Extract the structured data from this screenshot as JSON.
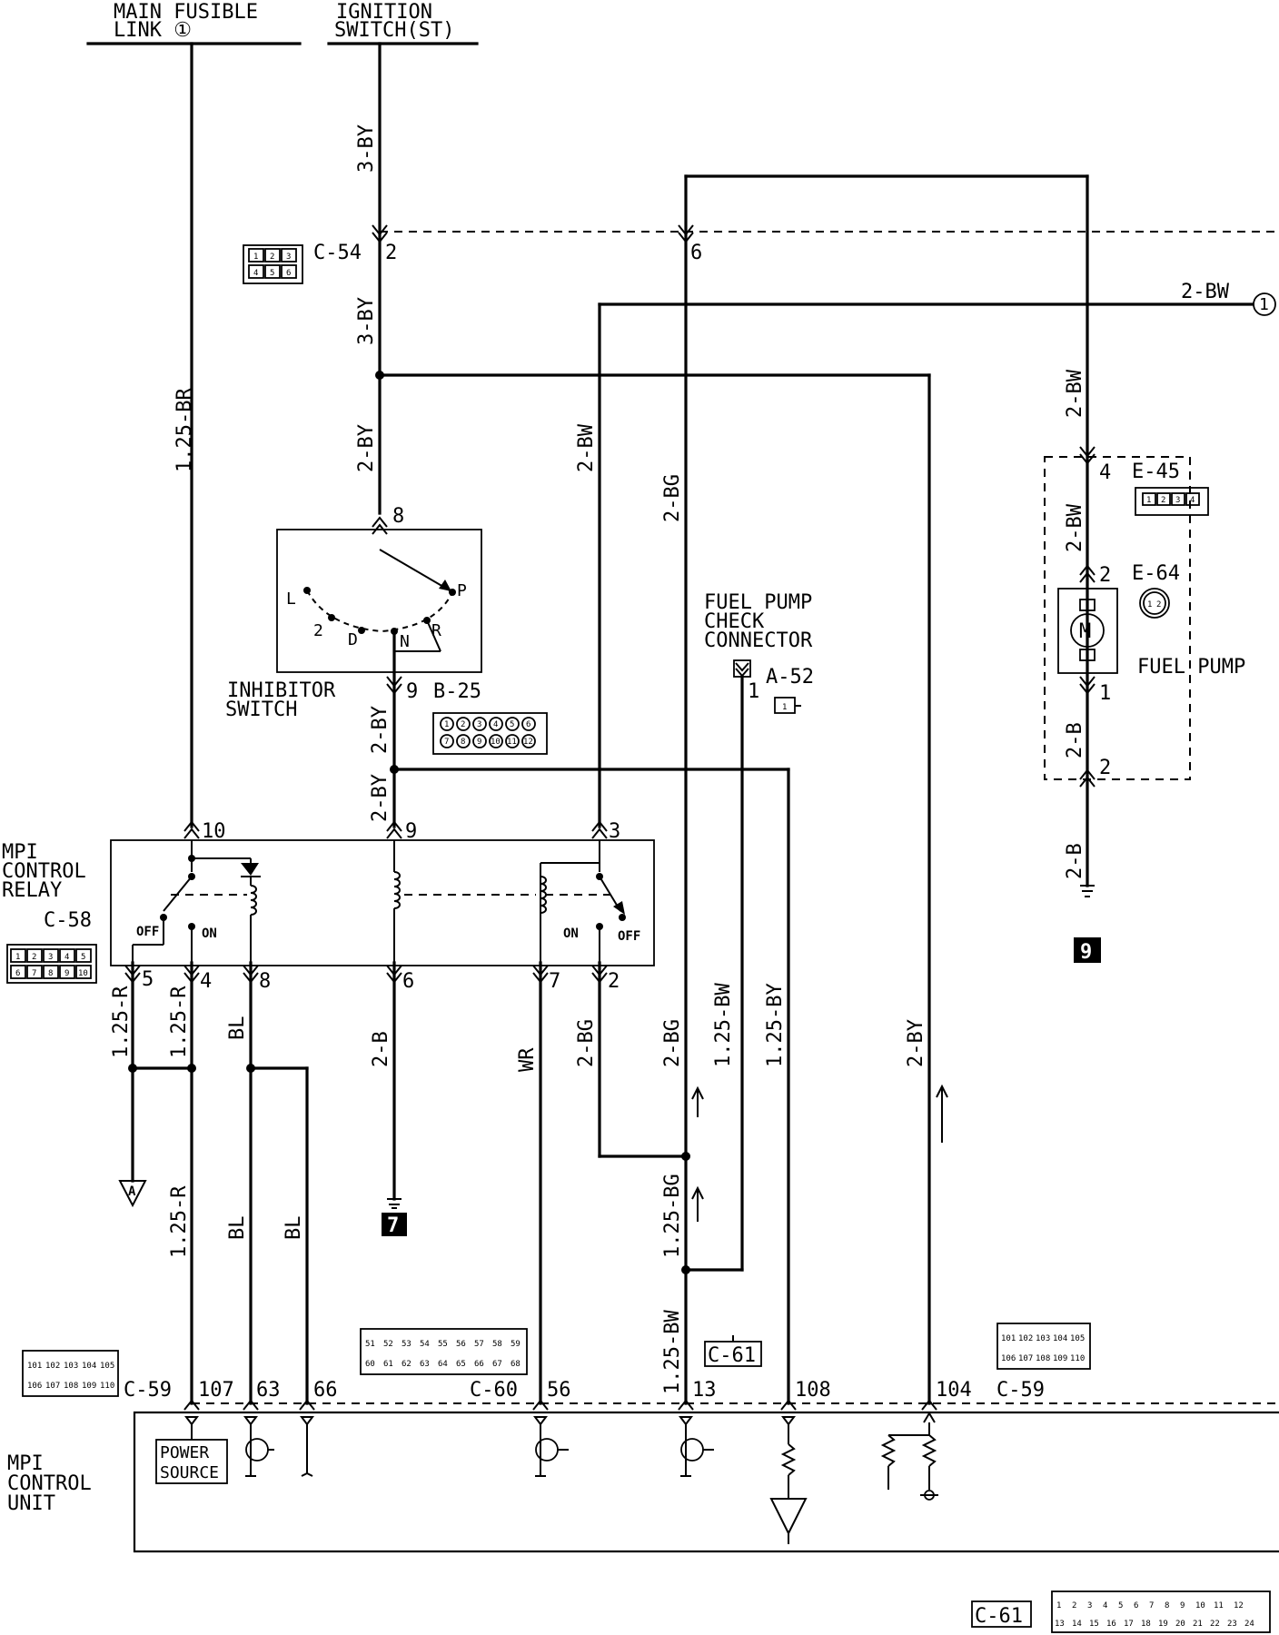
{
  "sources": {
    "main_fusible_link": [
      "MAIN FUSIBLE",
      "LINK ①"
    ],
    "ignition_switch": [
      "IGNITION",
      "SWITCH(ST)"
    ]
  },
  "wires": {
    "w_125br": "1.25-BR",
    "w_3by_a": "3-BY",
    "w_3by_b": "3-BY",
    "w_2by_a": "2-BY",
    "w_2by_b": "2-BY",
    "w_2by_c": "2-BY",
    "w_2bw_a": "2-BW",
    "w_2bg_a": "2-BG",
    "w_2bw_top": "2-BW",
    "w_2bw_right": "2-BW",
    "w_2bw_e45": "2-BW",
    "w_2b_pump": "2-B",
    "w_2b_ground": "2-B",
    "w_125r_a": "1.25-R",
    "w_125r_b": "1.25-R",
    "w_125r_c": "1.25-R",
    "w_bl_a": "BL",
    "w_bl_b": "BL",
    "w_bl_c": "BL",
    "w_2b_relay": "2-B",
    "w_wr": "WR",
    "w_2bg_b": "2-BG",
    "w_2bg_c": "2-BG",
    "w_125bw_a": "1.25-BW",
    "w_125by": "1.25-BY",
    "w_2by_d": "2-BY",
    "w_125bg": "1.25-BG",
    "w_125bw_b": "1.25-BW"
  },
  "connectors": {
    "c54": "C-54",
    "c54_pin": "2",
    "c54_pin6": "6",
    "c54_pins": [
      "1",
      "2",
      "3",
      "4",
      "5",
      "6"
    ],
    "b25": "B-25",
    "b25_pins": [
      "1",
      "2",
      "3",
      "4",
      "5",
      "6",
      "7",
      "8",
      "9",
      "10",
      "11",
      "12"
    ],
    "c58": "C-58",
    "c58_pins": [
      "1",
      "2",
      "3",
      "4",
      "5",
      "6",
      "7",
      "8",
      "9",
      "10"
    ],
    "e45": "E-45",
    "e45_pins": [
      "1",
      "2",
      "3",
      "4"
    ],
    "e64": "E-64",
    "e64_pins": [
      "1",
      "2"
    ],
    "a52": "A-52",
    "a52_pin": "1",
    "c59_left": "C-59",
    "c59_right": "C-59",
    "c60": "C-60",
    "c61_mid": "C-61",
    "c61_bottom": "C-61",
    "c59_pins_a": [
      "101",
      "102",
      "103",
      "104",
      "105"
    ],
    "c59_pins_b": [
      "106",
      "107",
      "108",
      "109",
      "110"
    ],
    "c60_pins_a": [
      "51",
      "52",
      "53",
      "54",
      "55",
      "56",
      "57",
      "58",
      "59"
    ],
    "c60_pins_b": [
      "60",
      "61",
      "62",
      "63",
      "64",
      "65",
      "66",
      "67",
      "68"
    ],
    "c61_pins_a": [
      "1",
      "2",
      "3",
      "4",
      "5",
      "6",
      "7",
      "8",
      "9",
      "10",
      "11",
      "12"
    ],
    "c61_pins_b": [
      "13",
      "14",
      "15",
      "16",
      "17",
      "18",
      "19",
      "20",
      "21",
      "22",
      "23",
      "24"
    ]
  },
  "components": {
    "inhibitor_switch": [
      "INHIBITOR",
      "SWITCH"
    ],
    "inhibitor_positions": [
      "L",
      "2",
      "D",
      "N",
      "R",
      "P"
    ],
    "mpi_control_relay": [
      "MPI",
      "CONTROL",
      "RELAY"
    ],
    "relay_left_off": "OFF",
    "relay_left_on": "ON",
    "relay_right_on": "ON",
    "relay_right_off": "OFF",
    "fuel_pump_check_connector": [
      "FUEL PUMP",
      "CHECK",
      "CONNECTOR"
    ],
    "fuel_pump": "FUEL PUMP",
    "motor_symbol": "M",
    "mpi_control_unit": [
      "MPI",
      "CONTROL",
      "UNIT"
    ],
    "power_source": [
      "POWER",
      "SOURCE"
    ],
    "ground_9": "9",
    "ground_7": "7",
    "ref_a": "A",
    "ref_1": "①"
  },
  "pins": {
    "inh_8": "8",
    "inh_9": "9",
    "relay_10": "10",
    "relay_9": "9",
    "relay_3": "3",
    "relay_5": "5",
    "relay_4": "4",
    "relay_8": "8",
    "relay_6": "6",
    "relay_7": "7",
    "relay_2": "2",
    "e45_4": "4",
    "e64_2": "2",
    "e64_1": "1",
    "gnd_2": "2",
    "ecu_107": "107",
    "ecu_63": "63",
    "ecu_66": "66",
    "ecu_56": "56",
    "ecu_13": "13",
    "ecu_108": "108",
    "ecu_104": "104"
  }
}
